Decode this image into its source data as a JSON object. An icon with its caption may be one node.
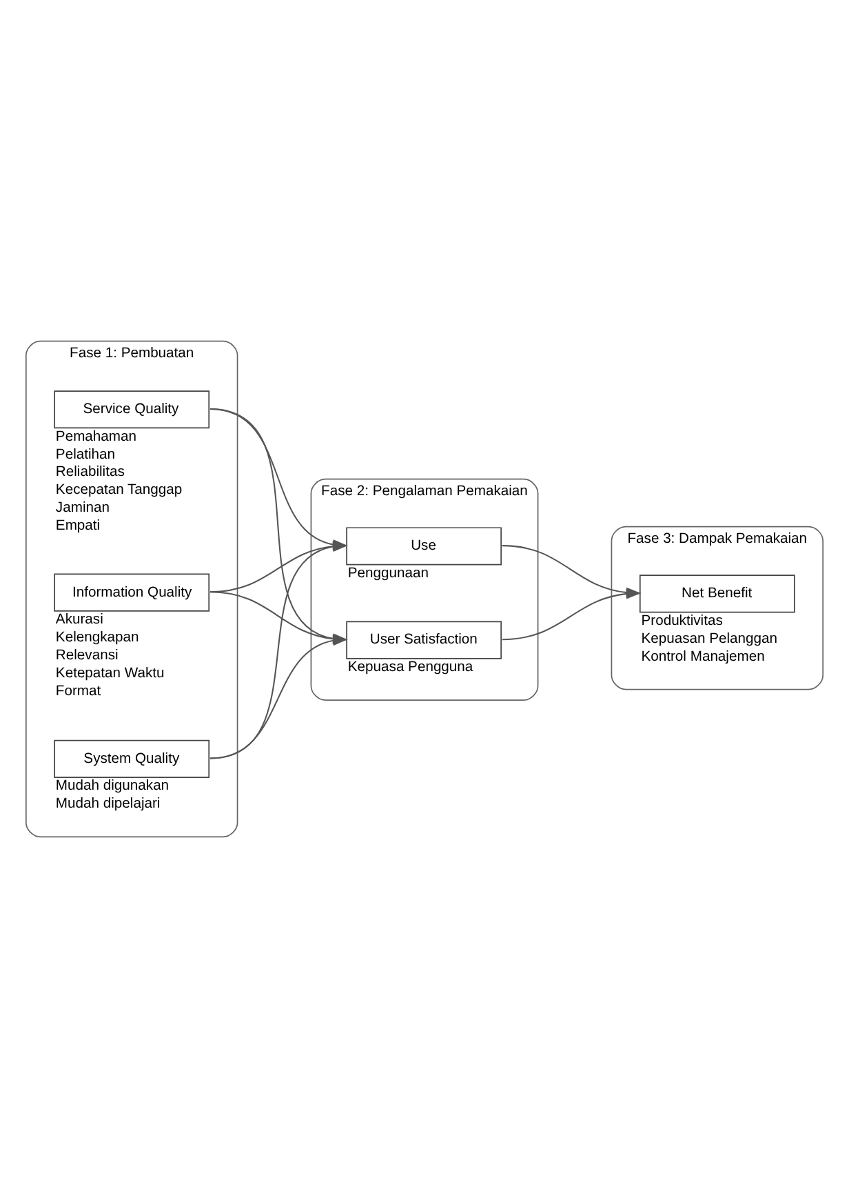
{
  "diagram": {
    "nodes": [
      {
        "text": [
          "Fase 1: Pembuatan"
        ]
      },
      {
        "text": [
          "Fase 2: Pengalaman Pemakaian"
        ]
      },
      {
        "text": [
          "Fase 3: Dampak Pemakaian"
        ]
      },
      {
        "text": [
          "Information Quality"
        ],
        "in": 0,
        "beside": [
          "Akurasi",
          "Kelengkapan",
          "Relevansi",
          "Ketepatan Waktu",
          "Format"
        ]
      },
      {
        "text": [
          "System Quality"
        ],
        "in": 0,
        "beside": [
          "Mudah digunakan",
          "Mudah dipelajari"
        ]
      },
      {
        "text": [
          "Service Quality"
        ],
        "in": 0,
        "beside": [
          "Pemahaman",
          "Pelatihan",
          "Reliabilitas",
          "Kecepatan Tanggap",
          "Jaminan",
          "Empati"
        ]
      },
      {
        "text": [
          "Use"
        ],
        "in": 1,
        "beside": [
          "Penggunaan"
        ]
      },
      {
        "text": [
          "User Satisfaction"
        ],
        "in": 1,
        "beside": [
          "Kepuasa Pengguna"
        ]
      },
      {
        "text": [
          "Net Benefit"
        ],
        "in": 2,
        "beside": [
          "Produktivitas",
          "Kepuasan Pelanggan",
          "Kontrol Manajemen"
        ]
      }
    ],
    "edges": [
      {
        "from": 3,
        "to": 6,
        "arrow": "to"
      },
      {
        "from": 3,
        "to": 7,
        "arrow": "to"
      },
      {
        "from": 4,
        "to": 6,
        "arrow": "to"
      },
      {
        "from": 4,
        "to": 7,
        "arrow": "to"
      },
      {
        "from": 5,
        "to": 6,
        "arrow": "to"
      },
      {
        "from": 5,
        "to": 7,
        "arrow": "to"
      },
      {
        "from": 6,
        "to": 8,
        "arrow": "to"
      },
      {
        "from": 7,
        "to": 8,
        "arrow": "to"
      }
    ]
  }
}
